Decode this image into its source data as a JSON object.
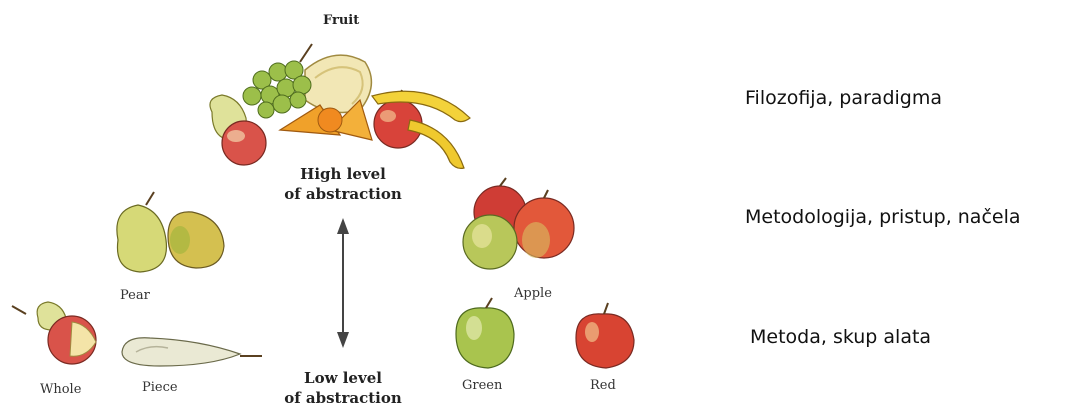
{
  "diagram": {
    "top_label": "Fruit",
    "high_label_line1": "High level",
    "high_label_line2": "of abstraction",
    "low_label_line1": "Low level",
    "low_label_line2": "of abstraction",
    "mid_left_label": "Pear",
    "mid_right_label": "Apple",
    "leaf_labels": [
      "Whole",
      "Piece",
      "Green",
      "Red"
    ]
  },
  "levels": [
    "Filozofija, paradigma",
    "Metodologija, pristup, načela",
    "Metoda, skup alata"
  ]
}
